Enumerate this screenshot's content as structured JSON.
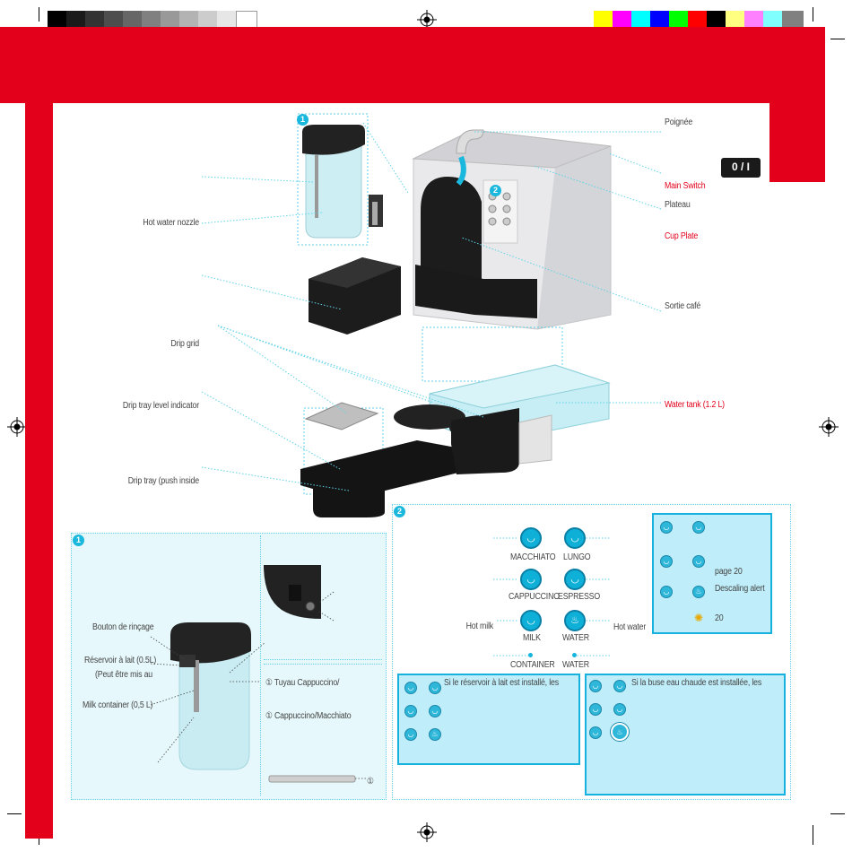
{
  "colors": {
    "brand_red": "#e3001b",
    "accent_cyan": "#1ab8dd",
    "panel_bg": "#e6f8fb",
    "infobox_bg": "#bfeefa",
    "grayscale_bar": [
      "#000000",
      "#1a1a1a",
      "#333333",
      "#4d4d4d",
      "#666666",
      "#808080",
      "#999999",
      "#b3b3b3",
      "#cccccc",
      "#e6e6e6",
      "#ffffff"
    ],
    "color_bar": [
      "#ffff00",
      "#ff00ff",
      "#00ffff",
      "#0000ff",
      "#00ff00",
      "#ff0000",
      "#000000",
      "#ffff80",
      "#ff80ff",
      "#80ffff",
      "#808080"
    ]
  },
  "switch_label": "0 / I",
  "main_labels": {
    "hot_water_nozzle": "Hot water nozzle",
    "drip_grid": "Drip grid",
    "drip_tray_level_indicator": "Drip tray level indicator",
    "drip_tray": "Drip tray (push inside",
    "poignee": "Poignée",
    "main_switch": "Main Switch",
    "plateau": "Plateau",
    "cup_plate": "Cup Plate",
    "sortie_cafe": "Sortie café",
    "water_tank": "Water tank (1.2 L)"
  },
  "badges": {
    "one": "1",
    "two": "2"
  },
  "panel1": {
    "bouton_rincage": "Bouton de rinçage",
    "reservoir_lait": "Réservoir à lait (0.5L)",
    "peut_etre": "(Peut être mis au",
    "milk_container": "Milk container (0,5 L)",
    "tuyau": "① Tuyau Cappuccino/",
    "cappuccino_macchiato": "① Cappuccino/Macchiato",
    "pipe_marker": "①"
  },
  "panel2": {
    "macchiato": "MACCHIATO",
    "lungo": "LUNGO",
    "cappuccino": "CAPPUCCINO",
    "espresso": "ESPRESSO",
    "hot_milk": "Hot milk",
    "hot_water": "Hot water",
    "milk": "MILK",
    "water": "WATER",
    "container": "CONTAINER",
    "water_led": "WATER",
    "page20": "page 20",
    "descaling_alert": "Descaling alert",
    "twenty": "20",
    "milk_note": "Si le réservoir à lait est installé, les",
    "water_note": "Si la buse eau chaude est installée, les"
  }
}
